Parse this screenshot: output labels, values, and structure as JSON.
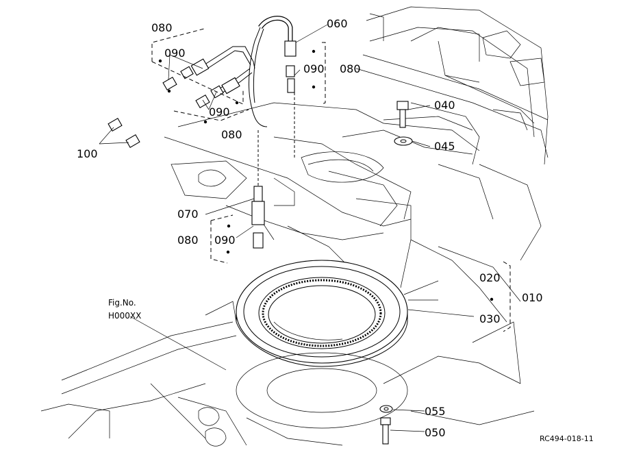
{
  "drawing_code": "RC494-018-11",
  "fig_ref": {
    "line1": "Fig.No.",
    "line2": "H000XX"
  },
  "callouts": {
    "c060": "060",
    "c080_top": "080",
    "c090_a": "090",
    "c090_b": "090",
    "c080_right": "080",
    "c090_c": "090",
    "c100": "100",
    "c080_mid": "080",
    "c040": "040",
    "c045": "045",
    "c070": "070",
    "c080_lower": "080",
    "c090_d": "090",
    "c020": "020",
    "c010": "010",
    "c030": "030",
    "c055": "055",
    "c050": "050"
  }
}
